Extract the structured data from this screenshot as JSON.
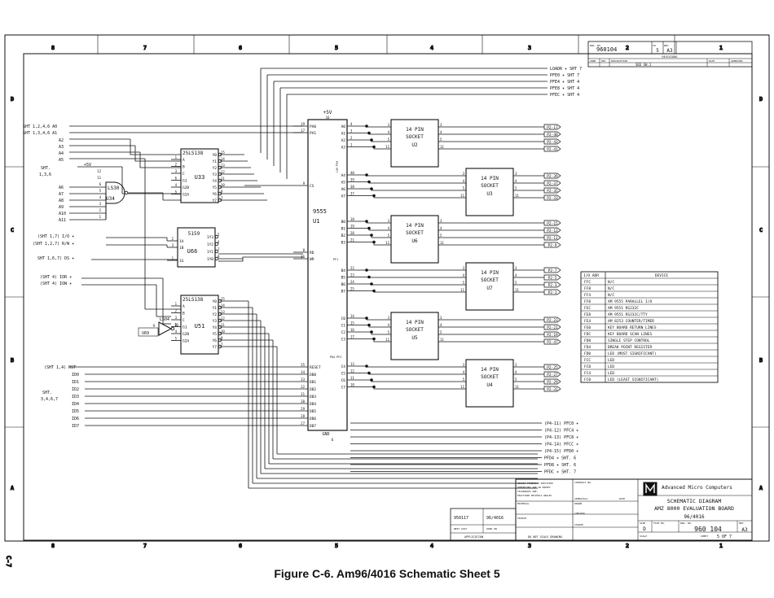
{
  "caption": "Figure C-6. Am96/4016 Schematic Sheet 5",
  "page_mark": "C-7",
  "border": {
    "columns": [
      "8",
      "7",
      "6",
      "5",
      "4",
      "3",
      "2",
      "1"
    ],
    "rows": [
      "D",
      "C",
      "B",
      "A"
    ]
  },
  "ics": {
    "u33": {
      "ref": "U33",
      "type": "25LS138",
      "pins_left": [
        "1",
        "2",
        "3",
        "6",
        "4",
        "5"
      ],
      "pins_right": [
        "15",
        "14",
        "13",
        "12",
        "11",
        "10",
        "9",
        "7"
      ],
      "inputs": [
        "A",
        "B",
        "C",
        "G1",
        "G2B",
        "G2A"
      ],
      "outputs": [
        "Y0",
        "Y1",
        "Y2",
        "Y3",
        "Y4",
        "Y5",
        "Y6",
        "Y7"
      ]
    },
    "u66": {
      "ref": "U66",
      "type": "5159",
      "pins_left": [
        "2",
        "3",
        "1"
      ],
      "pins_right": [
        "5",
        "6",
        "7",
        "9"
      ],
      "inputs": [
        "1A",
        "1B",
        "1G"
      ],
      "outputs": [
        "1Y3",
        "1Y2",
        "1Y1",
        "1Y0"
      ]
    },
    "u51": {
      "ref": "U51",
      "type": "25LS138",
      "pins_left": [
        "1",
        "2",
        "3",
        "6",
        "4",
        "5"
      ],
      "pins_right": [
        "15",
        "14",
        "13",
        "12",
        "11",
        "10",
        "9",
        "7"
      ],
      "inputs": [
        "A",
        "B",
        "C",
        "G1",
        "G2B",
        "G2A"
      ],
      "outputs": [
        "Y0",
        "Y1",
        "Y2",
        "Y3",
        "Y4",
        "Y5",
        "Y6",
        "Y7"
      ]
    },
    "u1": {
      "ref": "U1",
      "type": "9555",
      "power": "+5V",
      "power_pin": "16",
      "gnd": "GND",
      "gnd_pin": "6",
      "left_pins": [
        {
          "pin": "19",
          "name": "PA0"
        },
        {
          "pin": "17",
          "name": "PA1"
        },
        {
          "pin": "9",
          "name": "CS"
        },
        {
          "pin": "8",
          "name": "RD"
        },
        {
          "pin": "36",
          "name": "WR"
        },
        {
          "pin": "35",
          "name": "RESET"
        },
        {
          "pin": "34",
          "name": "DB0"
        },
        {
          "pin": "33",
          "name": "DB1"
        },
        {
          "pin": "32",
          "name": "DB2"
        },
        {
          "pin": "31",
          "name": "DB3"
        },
        {
          "pin": "30",
          "name": "DB4"
        },
        {
          "pin": "29",
          "name": "DB5"
        },
        {
          "pin": "28",
          "name": "DB6"
        },
        {
          "pin": "27",
          "name": "DB7"
        }
      ],
      "ports": [
        {
          "name": "PA",
          "pins": [
            "A0",
            "A1",
            "A2",
            "A3"
          ]
        },
        {
          "name": "PA",
          "pins": [
            "A4",
            "A5",
            "A6",
            "A7"
          ]
        },
        {
          "name": "PB",
          "pins": [
            "B0",
            "B1",
            "B2",
            "B3"
          ]
        },
        {
          "name": "PB",
          "pins": [
            "B4",
            "B5",
            "B6",
            "B7"
          ]
        },
        {
          "name": "PC",
          "pins": [
            "C0",
            "C1",
            "C2",
            "C3"
          ]
        },
        {
          "name": "PC",
          "pins": [
            "C4",
            "C5",
            "C6",
            "C7"
          ]
        }
      ],
      "port_pins": [
        [
          "4",
          "3",
          "2",
          "1"
        ],
        [
          "40",
          "39",
          "38",
          "37"
        ],
        [
          "18",
          "19",
          "20",
          "21"
        ],
        [
          "22",
          "23",
          "24",
          "25"
        ],
        [
          "14",
          "15",
          "16",
          "17"
        ],
        [
          "13",
          "12",
          "11",
          "10"
        ]
      ],
      "side_labels": [
        "PF4 PF7",
        "PF1",
        "PD4 PF2"
      ]
    },
    "u34": {
      "ref": "U34",
      "type": "LS30",
      "pins": [
        "12",
        "11",
        "6",
        "5",
        "4",
        "3",
        "2",
        "1"
      ]
    },
    "u69": {
      "ref": "U69",
      "type": "LS04",
      "pins": [
        "9",
        "10"
      ]
    }
  },
  "sockets": [
    {
      "ref": "U2",
      "title": "14 PIN",
      "subtitle": "SOCKET",
      "pins_left": [
        "3",
        "4",
        "5",
        "11"
      ],
      "pins_right": [
        "3",
        "4",
        "5",
        "11"
      ],
      "connectors": [
        "P2-17",
        "P2-40",
        "P2-43",
        "P2-41"
      ]
    },
    {
      "ref": "U3",
      "title": "14 PIN",
      "subtitle": "SOCKET",
      "pins_left": [
        "3",
        "4",
        "5",
        "11"
      ],
      "pins_right": [
        "3",
        "4",
        "5",
        "11"
      ],
      "connectors": [
        "P2-39",
        "P2-37",
        "P2-35",
        "P2-33"
      ]
    },
    {
      "ref": "U6",
      "title": "14 PIN",
      "subtitle": "SOCKET",
      "pins_left": [
        "3",
        "4",
        "5",
        "11"
      ],
      "pins_right": [
        "3",
        "4",
        "5",
        "11"
      ],
      "connectors": [
        "P2-15",
        "P2-13",
        "P2-11",
        "P2-9"
      ]
    },
    {
      "ref": "U7",
      "title": "14 PIN",
      "subtitle": "SOCKET",
      "pins_left": [
        "3",
        "4",
        "5",
        "11"
      ],
      "pins_right": [
        "3",
        "4",
        "5",
        "11"
      ],
      "connectors": [
        "P2-7",
        "P2-5",
        "P2-3",
        "P2-1"
      ]
    },
    {
      "ref": "U5",
      "title": "14 PIN",
      "subtitle": "SOCKET",
      "pins_left": [
        "3",
        "4",
        "5",
        "11"
      ],
      "pins_right": [
        "3",
        "4",
        "5",
        "11"
      ],
      "connectors": [
        "P2-23",
        "P2-21",
        "P2-19",
        "P2-47"
      ]
    },
    {
      "ref": "U4",
      "title": "14 PIN",
      "subtitle": "SOCKET",
      "pins_left": [
        "3",
        "4",
        "5",
        "11"
      ],
      "pins_right": [
        "3",
        "4",
        "5",
        "11"
      ],
      "connectors": [
        "P2-25",
        "P2-27",
        "P2-29",
        "P2-31"
      ]
    }
  ],
  "left_signals": {
    "sht_a0": "SHT 1,2,4,6  A0",
    "sht_a1": "SHT 1,3,4,6  A1",
    "addr_a": [
      "A2",
      "A3",
      "A4",
      "A5"
    ],
    "sht136": [
      "SHT.",
      "1,3,6"
    ],
    "addr_b": [
      "A6",
      "A7",
      "A8",
      "A9",
      "A10",
      "A11"
    ],
    "plus5v": "+5V",
    "io": "(SHT 1,7) I/O ✶",
    "rw": "(SHT 1,2,7) R/W ✶",
    "ds": "SHT 1,6,7) DS ✶",
    "ior": "(SHT 4) IOR ✶",
    "iow": "(SHT 4) IOW ✶",
    "rst": "(SHT 1,4) RST",
    "sht3467": [
      "SHT.",
      "3,4,6,7"
    ],
    "data": [
      "ID0",
      "ID1",
      "ID2",
      "ID3",
      "ID4",
      "ID5",
      "ID6",
      "ID7"
    ]
  },
  "top_signals": [
    "LOADR ✶ SHT 7",
    "PFE0 ✶ SHT 7",
    "PFE4 ✶ SHT 4",
    "PFE8 ✶ SHT 4",
    "PFEC ✶ SHT 4"
  ],
  "bottom_signals": [
    "(P4-11) PFC0 ✶",
    "(P4-12) PFC4 ✶",
    "(P4-13) PFC8 ✶",
    "(P4-14) PFCC ✶",
    "(P4-15) PFD0 ✶",
    "PFD4 ✶ SHT. 6",
    "PFD8 ✶ SHT. 6",
    "PFDC ✶ SHT. 7"
  ],
  "io_table": {
    "headers": [
      "I/O ADR",
      "DEVICE"
    ],
    "rows": [
      [
        "FFC",
        "N/C"
      ],
      [
        "FF8",
        "N/C"
      ],
      [
        "FF4",
        "N/C"
      ],
      [
        "FF0",
        "AM 9555 PARALLEL I/O"
      ],
      [
        "FEC",
        "AM 9551 RS232C"
      ],
      [
        "FE8",
        "AM 9551 RS232C/TTY"
      ],
      [
        "FE4",
        "AM 8253 COUNTER/TIMER"
      ],
      [
        "FE0",
        "KEY BOARD RETURN LINES"
      ],
      [
        "FDC",
        "KEY BOARD SCAN LINES"
      ],
      [
        "FD8",
        "SINGLE STEP CONTROL"
      ],
      [
        "FD4",
        "BREAK POINT REGISTER"
      ],
      [
        "FD0",
        "LED (MOST SIGNIFICANT)"
      ],
      [
        "FCC",
        "LED"
      ],
      [
        "FC8",
        "LED"
      ],
      [
        "FC4",
        "LED"
      ],
      [
        "FC0",
        "LED (LEAST SIGNIFICANT)"
      ]
    ]
  },
  "revision_block": {
    "dwg_label": "DWG. NO.",
    "dwg_no": "960104",
    "sh_label": "SH",
    "sh": "5",
    "rev_label": "REV",
    "rev": "A3",
    "title": "REVISIONS",
    "headers": [
      "ZONE",
      "REV",
      "DESCRIPTION",
      "DATE",
      "APPROVED"
    ],
    "entry": "SEE SH.1"
  },
  "title_block": {
    "company": "Advanced Micro Computers",
    "title1": "SCHEMATIC DIAGRAM",
    "title2": "AMZ 8000 EVALUATION BOARD",
    "title3": "96/4016",
    "size_label": "SIZE",
    "size": "D",
    "fscm_label": "FSCM NO.",
    "dwg_label": "DWG. NO.",
    "dwg_no": "960 104",
    "rev_label": "REV.",
    "rev": "A3",
    "scale_label": "SCALE",
    "sheet_label": "SHEET",
    "sheet": "5 OF 7",
    "next_assy_label": "NEXT ASSY",
    "used_on_label": "USED ON",
    "next_assy": "950117",
    "used_on": "96/4016",
    "application": "APPLICATION",
    "do_not_scale": "DO NOT SCALE DRAWING",
    "contract_label": "CONTRACT NO.",
    "approvals_label": "APPROVALS",
    "date_label": "DATE",
    "drawn_label": "DRAWN",
    "checked_label": "CHECKED",
    "issued_label": "ISSUED",
    "material_label": "MATERIAL",
    "finish_label": "FINISH",
    "notes": [
      "UNLESS OTHERWISE SPECIFIED",
      "DIMENSIONS ARE IN INCHES",
      "TOLERANCES ARE:",
      "FRACTIONS  DECIMALS  ANGLES"
    ]
  }
}
